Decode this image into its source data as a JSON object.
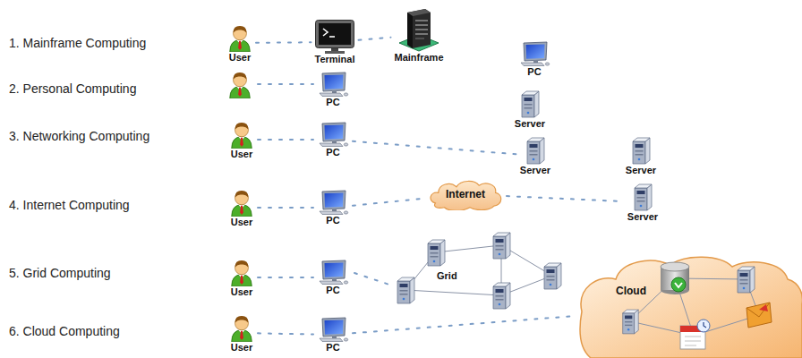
{
  "diagram": {
    "nodes": [
      {
        "text": [
          "User"
        ]
      },
      {
        "text": [
          "Terminal"
        ]
      },
      {
        "text": [
          "Mainframe"
        ]
      },
      {
        "text": [
          "PC"
        ]
      },
      {
        "text": [
          "PC"
        ]
      },
      {
        "text": [
          "Server"
        ]
      },
      {
        "text": [
          "User"
        ]
      },
      {
        "text": [
          "PC"
        ]
      },
      {
        "text": [
          "Server"
        ]
      },
      {
        "text": [
          "Server"
        ]
      },
      {
        "text": [
          "Internet"
        ]
      },
      {
        "text": [
          "User"
        ]
      },
      {
        "text": [
          "PC"
        ]
      },
      {
        "text": [
          "Server"
        ]
      },
      {
        "text": [
          "User"
        ]
      },
      {
        "text": [
          "PC"
        ]
      },
      {
        "text": [
          "Cloud"
        ]
      },
      {
        "text": [
          "User"
        ]
      },
      {
        "text": [
          "PC"
        ]
      }
    ],
    "edges": [
      {
        "from": 0,
        "to": 1,
        "arrow": "none"
      },
      {
        "from": 1,
        "to": 2,
        "arrow": "none"
      },
      {
        "from": 6,
        "to": 7,
        "arrow": "none"
      },
      {
        "from": 7,
        "to": 8,
        "arrow": "none"
      },
      {
        "from": 11,
        "to": 12,
        "arrow": "none"
      },
      {
        "from": 12,
        "to": 10,
        "arrow": "none"
      },
      {
        "from": 10,
        "to": 13,
        "arrow": "none"
      },
      {
        "from": 14,
        "to": 15,
        "arrow": "none"
      },
      {
        "from": 17,
        "to": 18,
        "arrow": "none"
      },
      {
        "from": 18,
        "to": 16,
        "arrow": "none"
      }
    ],
    "labels": [
      "1. Mainframe Computing",
      "2. Personal Computing",
      "3. Networking Computing",
      "4. Internet Computing",
      "5. Grid Computing",
      "Grid",
      "6. Cloud Computing"
    ]
  }
}
